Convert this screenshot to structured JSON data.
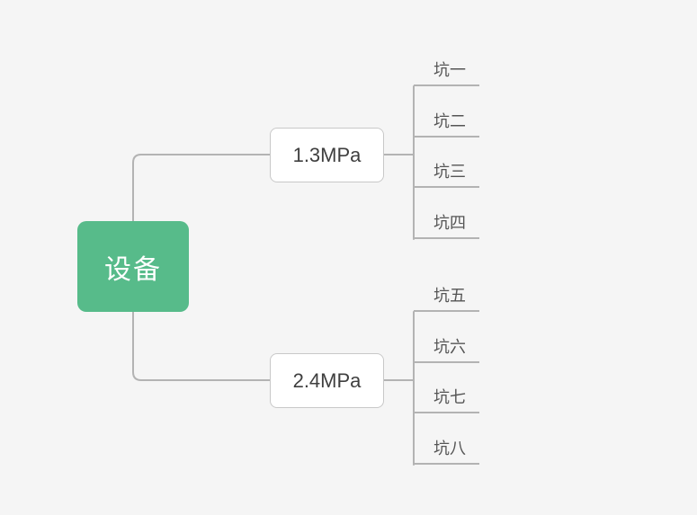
{
  "canvas": {
    "background": "#f5f5f5"
  },
  "mindmap": {
    "root": {
      "label": "设备",
      "color": "#57bb8a",
      "text_color": "#ffffff"
    },
    "branches": [
      {
        "label": "1.3MPa",
        "children": [
          {
            "label": "坑一"
          },
          {
            "label": "坑二"
          },
          {
            "label": "坑三"
          },
          {
            "label": "坑四"
          }
        ]
      },
      {
        "label": "2.4MPa",
        "children": [
          {
            "label": "坑五"
          },
          {
            "label": "坑六"
          },
          {
            "label": "坑七"
          },
          {
            "label": "坑八"
          }
        ]
      }
    ],
    "line_color": "#b3b3b3",
    "branch_box": {
      "background": "#ffffff",
      "border": "#c8c8c8",
      "text_color": "#3f3f3f"
    }
  }
}
